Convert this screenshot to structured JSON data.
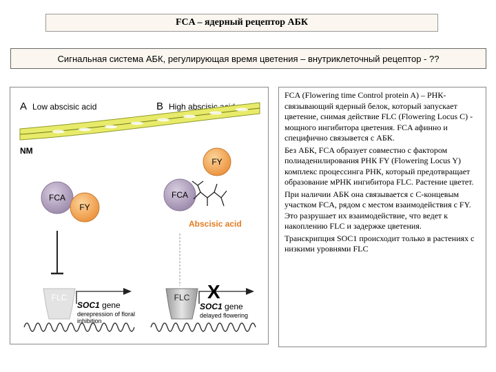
{
  "header": {
    "title": "FCA – ядерный рецептор АБК",
    "subtitle": "Сигнальная система АБК, регулирующая время цветения – внутриклеточный рецептор - ??"
  },
  "figure": {
    "panel_a": {
      "letter": "A",
      "label": "Low abscisic acid"
    },
    "panel_b": {
      "letter": "B",
      "label": "High abscisic acid"
    },
    "membrane_label": "NM",
    "fca_label": "FCA",
    "fy_label": "FY",
    "flc_label": "FLC",
    "aba_label": "Abscisic acid",
    "x_mark": "X",
    "soc1_gene_a": {
      "name": "SOC1",
      "suffix": " gene",
      "note_line1": "derepression of floral",
      "note_line2": "inhibition"
    },
    "soc1_gene_b": {
      "name": "SOC1",
      "suffix": " gene",
      "note_line1": "delayed flowering"
    },
    "colors": {
      "fca_fill": "#b3a3c0",
      "fy_fill": "#f5ac63",
      "membrane": "#e8ea6a",
      "aba_label": "#e37b20",
      "flc_fill": "#bdbdbd"
    }
  },
  "description": {
    "paragraphs": [
      "FCA (Flowering time Control protein A) – РНК-связывающий ядерный белок, который запускает цветение, снимая действие FLC (Flowering Locus C) - мощного ингибитора цветения. FCA афинно и специфично связывется с АБК.",
      "Без АБК, FCA образует совместно с фактором полиаденилирования РНК FY (Flowering Locus Y) комплекс процессинга РНК, который предотвращает образование мРНК ингибитора FLC. Растение цветет.",
      "При наличии АБК она связывается с С-концевым участком FCA, рядом с местом взаимодействия с FY. Это разрушает их взаимодействие, что ведет к накоплению FLC и задержке цветения.",
      "Транскрипция SOC1 происходит только в растениях с низкими уровнями FLC"
    ]
  }
}
